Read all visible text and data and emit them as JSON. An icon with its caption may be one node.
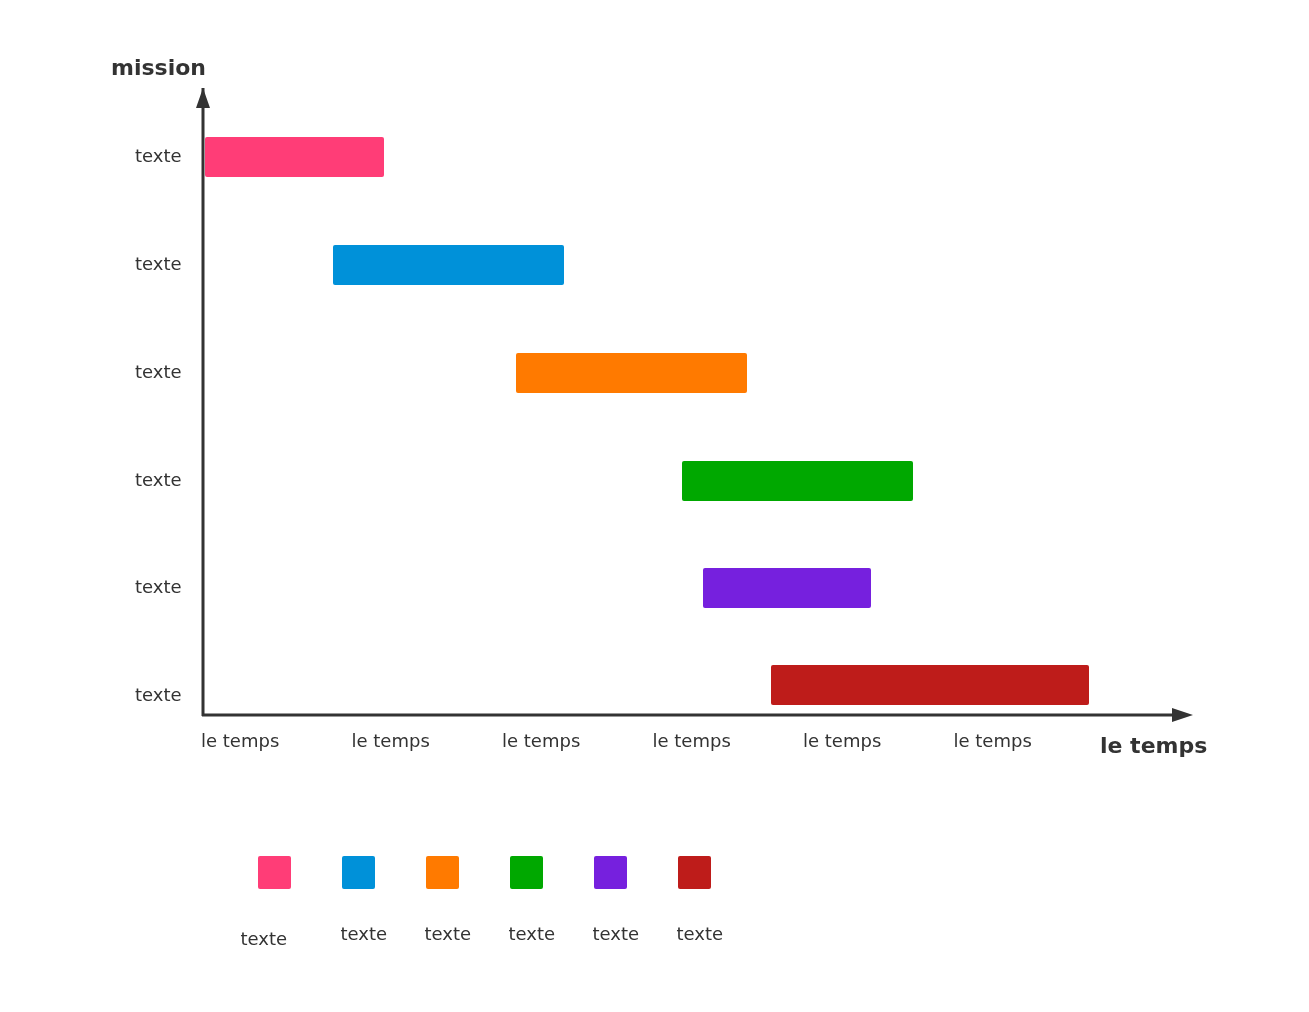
{
  "diagram": {
    "nodes": [
      {
        "text": [],
        "shape": "bar"
      },
      {
        "text": [],
        "shape": "bar"
      },
      {
        "text": [],
        "shape": "bar"
      },
      {
        "text": [],
        "shape": "bar"
      },
      {
        "text": [],
        "shape": "bar"
      },
      {
        "text": [],
        "shape": "bar"
      }
    ],
    "labels": [
      "mission",
      "texte",
      "texte",
      "texte",
      "texte",
      "texte",
      "texte",
      "le temps",
      "le temps",
      "le temps",
      "le temps",
      "le temps",
      "le temps",
      "le temps"
    ],
    "legend": [
      {
        "text": "texte",
        "color": "#ff3d77"
      },
      {
        "text": "texte",
        "color": "#0091d9"
      },
      {
        "text": "texte",
        "color": "#ff7a00"
      },
      {
        "text": "texte",
        "color": "#00a800"
      },
      {
        "text": "texte",
        "color": "#7620de"
      },
      {
        "text": "texte",
        "color": "#be1c1a"
      }
    ]
  }
}
